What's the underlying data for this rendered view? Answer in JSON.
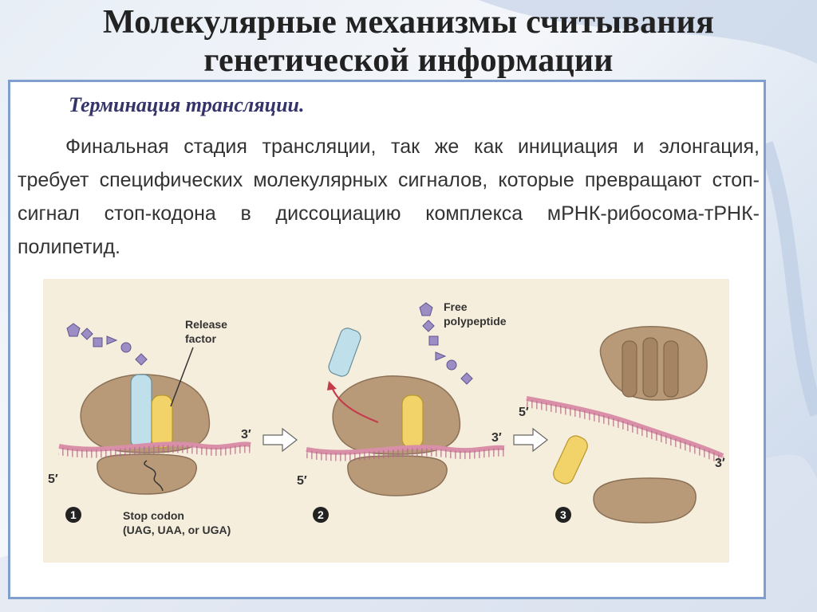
{
  "title": "Молекулярные механизмы считывания генетической информации",
  "subtitle": "Терминация трансляции.",
  "paragraph": "Финальная стадия трансляции, так же  как инициация и элонгация, требует специфических молекулярных сигналов, которые превращают стоп-сигнал стоп-кодона в диссоциацию комплекса мРНК-рибосома-тРНК-полипетид.",
  "figure": {
    "label_release_factor_1": "Release",
    "label_release_factor_2": "factor",
    "label_free_polypeptide_1": "Free",
    "label_free_polypeptide_2": "polypeptide",
    "label_stop_codon_1": "Stop codon",
    "label_stop_codon_2": "(UAG, UAA, or UGA)",
    "five_prime": "5′",
    "three_prime": "3′",
    "steps": [
      "1",
      "2",
      "3"
    ]
  },
  "colors": {
    "frame_border": "#7f9fcf",
    "figure_bg": "#f6eedc",
    "ribosome": "#b89a78",
    "release_factor": "#f1d36a",
    "trna": "#bfe0ea",
    "mrna": "#d98fa8",
    "polypeptide": "#9c8ec4"
  }
}
